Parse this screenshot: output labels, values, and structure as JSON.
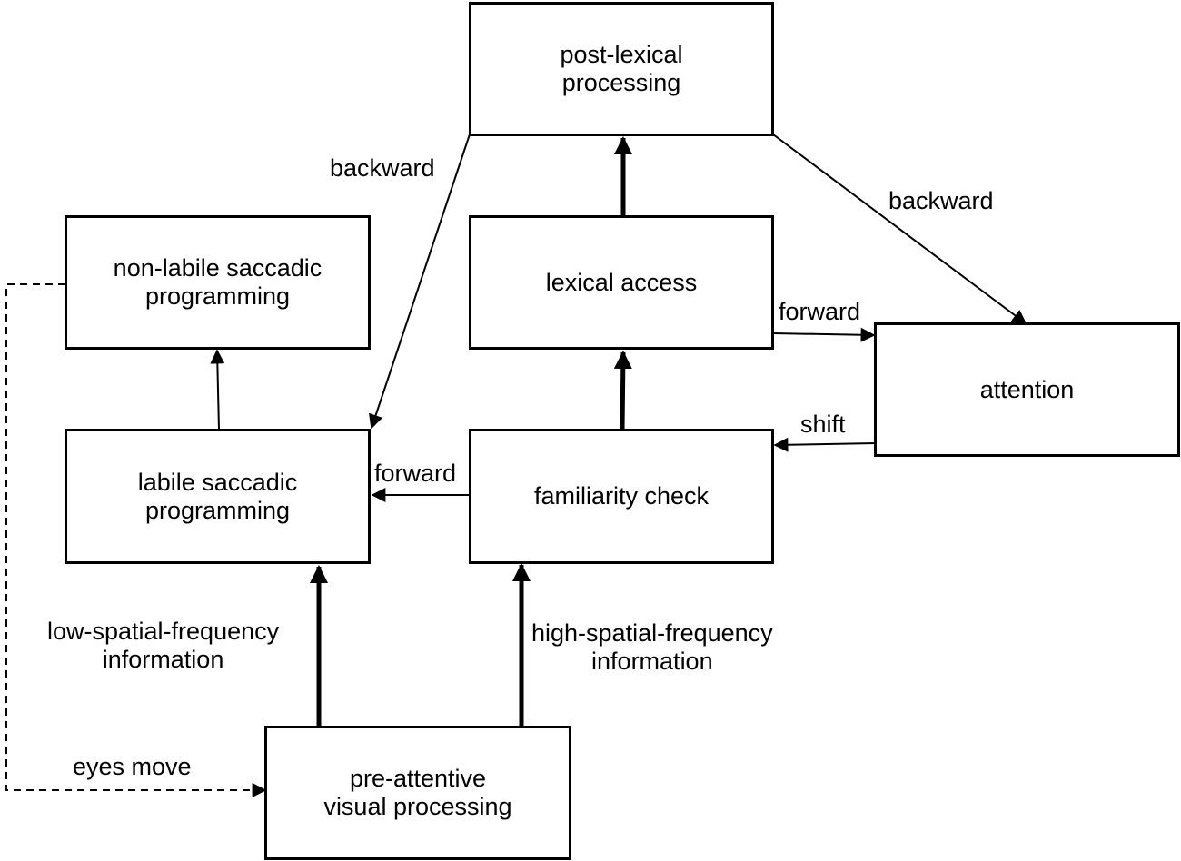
{
  "boxes": {
    "post_lexical": "post-lexical\nprocessing",
    "lexical_access": "lexical access",
    "non_labile": "non-labile saccadic\nprogramming",
    "attention": "attention",
    "labile": "labile saccadic\nprogramming",
    "familiarity": "familiarity check",
    "pre_attentive": "pre-attentive\nvisual processing"
  },
  "labels": {
    "backward_left": "backward",
    "backward_right": "backward",
    "forward_top": "forward",
    "shift": "shift",
    "forward_mid": "forward",
    "low_sf": "low-spatial-frequency\ninformation",
    "high_sf": "high-spatial-frequency\ninformation",
    "eyes_move": "eyes move"
  }
}
